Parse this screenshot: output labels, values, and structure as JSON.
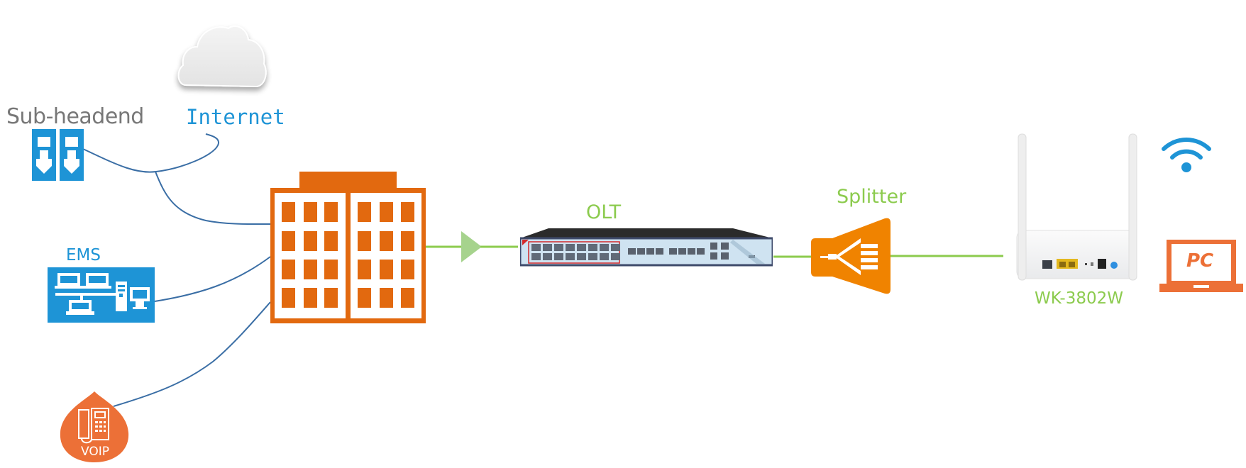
{
  "diagram": {
    "title": "GPON network topology",
    "nodes": {
      "sub_headend": {
        "label": "Sub-headend",
        "icon": "server-rack-icon"
      },
      "internet": {
        "label": "Internet",
        "icon": "cloud-icon"
      },
      "ems": {
        "label": "EMS",
        "icon": "network-computers-icon"
      },
      "voip": {
        "label": "VOIP",
        "icon": "desk-phone-icon"
      },
      "central_office": {
        "label": "",
        "icon": "office-building-icon"
      },
      "olt": {
        "label": "OLT",
        "icon": "olt-switch-icon"
      },
      "splitter": {
        "label": "Splitter",
        "icon": "optical-splitter-icon"
      },
      "onu": {
        "label": "WK-3802W",
        "icon": "wifi-router-icon"
      },
      "wifi": {
        "label": "",
        "icon": "wifi-icon"
      },
      "pc": {
        "label": "PC",
        "icon": "laptop-icon"
      }
    },
    "edges": [
      {
        "from": "sub_headend",
        "to": "central_office",
        "type": "copper"
      },
      {
        "from": "internet",
        "to": "central_office",
        "type": "copper"
      },
      {
        "from": "ems",
        "to": "central_office",
        "type": "copper"
      },
      {
        "from": "voip",
        "to": "central_office",
        "type": "copper"
      },
      {
        "from": "central_office",
        "to": "olt",
        "type": "fiber",
        "arrow": true
      },
      {
        "from": "olt",
        "to": "splitter",
        "type": "fiber"
      },
      {
        "from": "splitter",
        "to": "onu",
        "type": "fiber"
      },
      {
        "from": "onu",
        "to": "pc",
        "type": "wireless"
      }
    ],
    "colors": {
      "copper_wire": "#3A6EA5",
      "fiber_line": "#8CCB4E",
      "arrow_head": "#A6D38D",
      "building": "#E2690F",
      "splitter": "#F08300",
      "blue_icon": "#1E94D6",
      "voip": "#EC7037",
      "pc": "#EC7037",
      "label_green": "#8CCB4E",
      "label_gray": "#777777",
      "label_blue": "#1E94D6"
    }
  }
}
